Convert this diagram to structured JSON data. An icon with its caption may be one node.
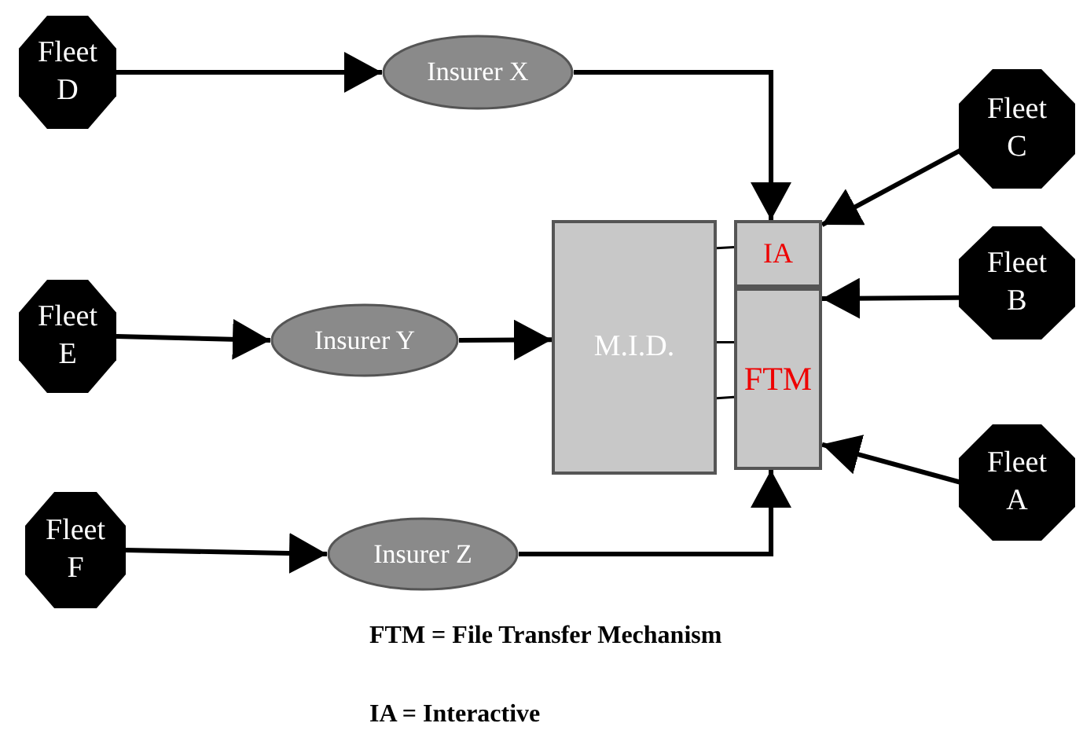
{
  "diagram": {
    "nodes": [
      {
        "text": [
          "Fleet D"
        ]
      },
      {
        "text": [
          "Insurer X"
        ]
      },
      {
        "text": [
          "Fleet C"
        ]
      },
      {
        "text": [
          "Fleet E"
        ]
      },
      {
        "text": [
          "Insurer Y"
        ]
      },
      {
        "text": [
          "M.I.D."
        ]
      },
      {
        "text": [
          "IA"
        ]
      },
      {
        "text": [
          "FTM"
        ]
      },
      {
        "text": [
          "Fleet B"
        ]
      },
      {
        "text": [
          "Fleet A"
        ]
      },
      {
        "text": [
          "Fleet F"
        ]
      },
      {
        "text": [
          "Insurer Z"
        ]
      }
    ],
    "edges": [
      {
        "from": 0,
        "to": 1,
        "arrow": "to"
      },
      {
        "from": 1,
        "to": 6,
        "arrow": "to"
      },
      {
        "from": 2,
        "to": 6,
        "arrow": "to"
      },
      {
        "from": 3,
        "to": 4,
        "arrow": "to"
      },
      {
        "from": 4,
        "to": 5,
        "arrow": "to"
      },
      {
        "from": 8,
        "to": 7,
        "arrow": "to"
      },
      {
        "from": 9,
        "to": 7,
        "arrow": "to"
      },
      {
        "from": 10,
        "to": 11,
        "arrow": "to"
      },
      {
        "from": 11,
        "to": 7,
        "arrow": "to"
      },
      {
        "from": 5,
        "to": 6,
        "arrow": "none"
      },
      {
        "from": 5,
        "to": 7,
        "arrow": "none"
      },
      {
        "from": 5,
        "to": 7,
        "arrow": "none"
      }
    ],
    "labels": [
      "FTM = File Transfer Mechanism",
      "IA = Interactive"
    ]
  }
}
